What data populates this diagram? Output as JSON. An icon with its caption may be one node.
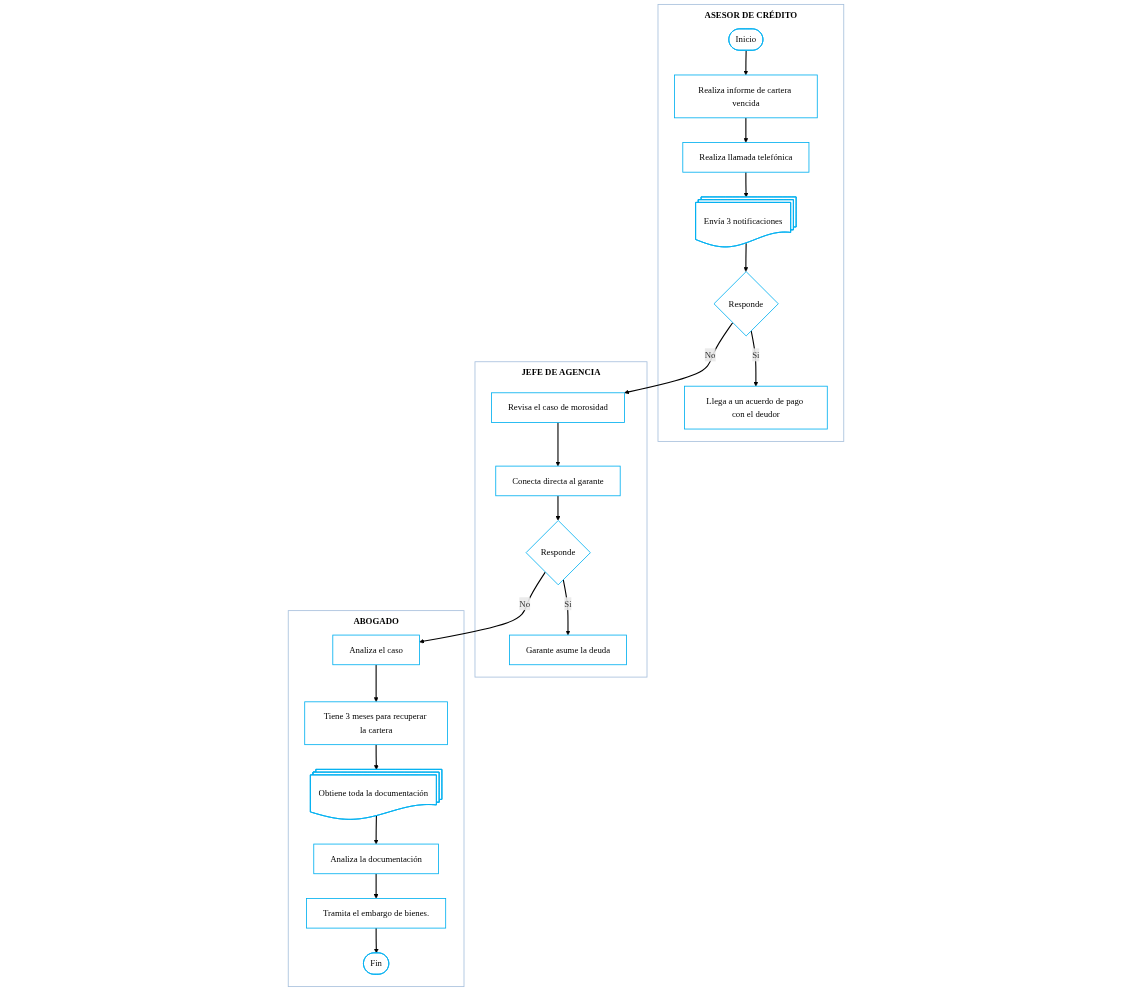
{
  "diagram": {
    "nodes": [
      {
        "text": [
          "ASESOR DE CRÉDITO"
        ]
      },
      {
        "text": [
          "Inicio"
        ],
        "in": 0
      },
      {
        "text": [
          "Realiza informe de cartera vencida"
        ],
        "in": 0
      },
      {
        "text": [
          "Realiza llamada telefónica"
        ],
        "in": 0
      },
      {
        "text": [
          "Envía 3 notificaciones"
        ],
        "in": 0
      },
      {
        "text": [
          "Responde"
        ],
        "in": 0
      },
      {
        "text": [
          "Llega a un acuerdo de pago con el deudor"
        ],
        "in": 0
      },
      {
        "text": [
          "JEFE DE AGENCIA"
        ]
      },
      {
        "text": [
          "Revisa el caso de morosidad"
        ],
        "in": 7
      },
      {
        "text": [
          "Conecta directa al garante"
        ],
        "in": 7
      },
      {
        "text": [
          "Responde"
        ],
        "in": 7
      },
      {
        "text": [
          "Garante asume la deuda"
        ],
        "in": 7
      },
      {
        "text": [
          "ABOGADO"
        ]
      },
      {
        "text": [
          "Analiza el caso"
        ],
        "in": 12
      },
      {
        "text": [
          "Tiene 3 meses para recuperar la cartera"
        ],
        "in": 12
      },
      {
        "text": [
          "Obtiene toda la documentación"
        ],
        "in": 12
      },
      {
        "text": [
          "Analiza la documentación"
        ],
        "in": 12
      },
      {
        "text": [
          "Tramita el embargo de bienes."
        ],
        "in": 12
      },
      {
        "text": [
          "Fin"
        ],
        "in": 12
      }
    ],
    "edges": [
      {
        "from": 1,
        "to": 2,
        "arrow": "to"
      },
      {
        "from": 2,
        "to": 3,
        "arrow": "to"
      },
      {
        "from": 3,
        "to": 4,
        "arrow": "to"
      },
      {
        "from": 4,
        "to": 5,
        "arrow": "to"
      },
      {
        "from": 5,
        "to": 6,
        "arrow": "to",
        "label": "Si"
      },
      {
        "from": 5,
        "to": 8,
        "arrow": "to",
        "label": "No"
      },
      {
        "from": 8,
        "to": 9,
        "arrow": "to"
      },
      {
        "from": 9,
        "to": 10,
        "arrow": "to"
      },
      {
        "from": 10,
        "to": 11,
        "arrow": "to",
        "label": "Si"
      },
      {
        "from": 10,
        "to": 13,
        "arrow": "to",
        "label": "No"
      },
      {
        "from": 13,
        "to": 14,
        "arrow": "to"
      },
      {
        "from": 14,
        "to": 15,
        "arrow": "to"
      },
      {
        "from": 15,
        "to": 16,
        "arrow": "to"
      },
      {
        "from": 16,
        "to": 17,
        "arrow": "to"
      },
      {
        "from": 17,
        "to": 18,
        "arrow": "to"
      }
    ]
  }
}
